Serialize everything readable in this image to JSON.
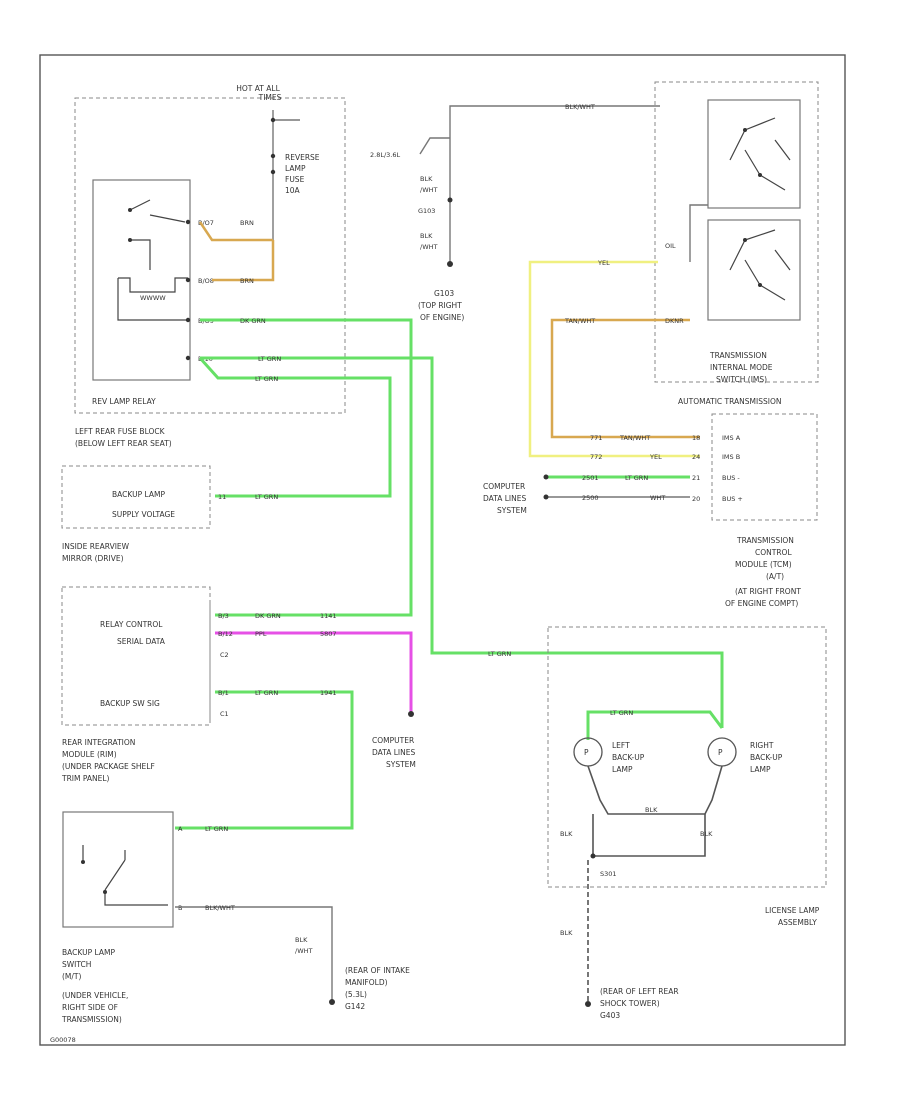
{
  "relay_block": {
    "hot_at_all_times": [
      "HOT AT ALL",
      "TIMES"
    ],
    "fuse": [
      "REVERSE",
      "LAMP",
      "FUSE",
      "10A"
    ],
    "relay_name": "REV LAMP RELAY",
    "block_name": [
      "LEFT REAR FUSE BLOCK",
      "(BELOW LEFT REAR SEAT)"
    ],
    "pin_labels": [
      "B/O7",
      "B/O8",
      "B/O9",
      "B/10"
    ],
    "wire_labels": [
      "BRN",
      "BRN",
      "DK GRN",
      "LT GRN",
      "LT GRN"
    ]
  },
  "mirror": {
    "label": "BACKUP LAMP SUPPLY VOLTAGE",
    "name": [
      "INSIDE REARVIEW",
      "MIRROR (DRIVE)"
    ],
    "pin": "11",
    "wire": "LT GRN"
  },
  "rim": {
    "relay_control": "RELAY CONTROL",
    "serial_data": "SERIAL DATA",
    "backup_sw": "BACKUP SW SIG",
    "c2": "C2",
    "c1": "C1",
    "pins": [
      "B/3",
      "B/12",
      "B/1"
    ],
    "wires": [
      "DK GRN",
      "1141",
      "PPL",
      "5807",
      "LT GRN",
      "1941"
    ],
    "name": [
      "REAR INTEGRATION",
      "MODULE (RIM)",
      "(UNDER PACKAGE SHELF",
      "TRIM PANEL)"
    ]
  },
  "computer_lines_1": [
    "COMPUTER",
    "DATA LINES",
    "SYSTEM"
  ],
  "switch": {
    "name": [
      "BACKUP LAMP",
      "SWITCH",
      "(M/T)",
      "(UNDER VEHICLE,",
      "RIGHT SIDE OF",
      "TRANSMISSION)"
    ],
    "pins": [
      "A",
      "B"
    ],
    "wires": [
      "LT GRN",
      "BLK/WHT"
    ],
    "ground_wire": [
      "BLK",
      "/WHT"
    ],
    "ground": [
      "(REAR OF INTAKE",
      "MANIFOLD)",
      "(5.3L)",
      "G142"
    ]
  },
  "tcm_top": {
    "wire_top": "BLK/WHT",
    "engine_ref": "2.8L/3.6L",
    "wire_left": [
      "BLK",
      "/WHT",
      "G103"
    ],
    "ground_wire": [
      "BLK",
      "/WHT"
    ],
    "ground": [
      "G103",
      "(TOP RIGHT",
      "OF ENGINE)"
    ]
  },
  "transmission": {
    "ref": "OIL",
    "name": [
      "TRANSMISSION",
      "INTERNAL MODE",
      "SWITCH (IMS)"
    ],
    "auto": "AUTOMATIC TRANSMISSION",
    "wires": [
      "YEL",
      "TAN/WHT",
      "DKNR"
    ]
  },
  "tcm": {
    "inputs": [
      "IMS A",
      "IMS B",
      "BUS -",
      "BUS +"
    ],
    "pins": [
      "18",
      "24",
      "21",
      "20"
    ],
    "wires": [
      "TAN/WHT",
      "YEL",
      "LT GRN",
      "WHT"
    ],
    "circuits": [
      "771",
      "772",
      "2501",
      "2500"
    ],
    "name": [
      "TRANSMISSION",
      "CONTROL",
      "MODULE (TCM)",
      "(A/T)",
      "(AT RIGHT FRONT",
      "OF ENGINE COMPT)"
    ]
  },
  "computer_lines_2": [
    "COMPUTER",
    "DATA LINES",
    "SYSTEM"
  ],
  "lamps": {
    "left": [
      "LEFT",
      "BACK-UP",
      "LAMP"
    ],
    "right": [
      "RIGHT",
      "BACK-UP",
      "LAMP"
    ],
    "wire_top": "LT GRN",
    "wire_feed": "LT GRN",
    "ground_wires": [
      "BLK",
      "BLK",
      "BLK"
    ],
    "splice": "S301",
    "assembly": [
      "LICENSE LAMP",
      "ASSEMBLY"
    ],
    "ground_wire": "BLK",
    "ground": [
      "(REAR OF LEFT REAR",
      "SHOCK TOWER)",
      "G403"
    ]
  },
  "footer": "G00078",
  "colors": {
    "green": "#66e066",
    "pink": "#e650e6",
    "yellow": "#f0f080",
    "tan": "#d8a850",
    "wire": "#555555"
  }
}
